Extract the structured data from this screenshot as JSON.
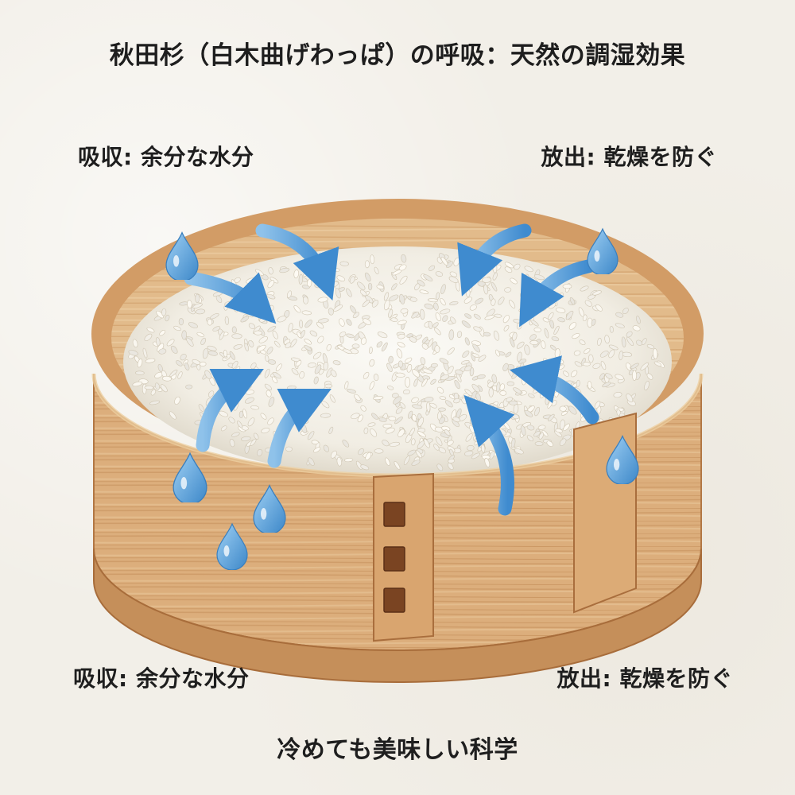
{
  "title": "秋田杉（白木曲げわっぱ）の呼吸：天然の調湿効果",
  "labels": {
    "top_left": "吸収: 余分な水分",
    "top_right": "放出: 乾燥を防ぐ",
    "bottom_left": "吸収: 余分な水分",
    "bottom_right": "放出: 乾燥を防ぐ"
  },
  "footer": "冷めても美味しい科学",
  "colors": {
    "wood": "#dcae7c",
    "wood_dark": "#b97f49",
    "rice": "#f7f5ef",
    "water": "#5a9fd6",
    "background": "#f2efe8"
  },
  "icons": [
    "water-drop-icon",
    "arrow-icon"
  ]
}
